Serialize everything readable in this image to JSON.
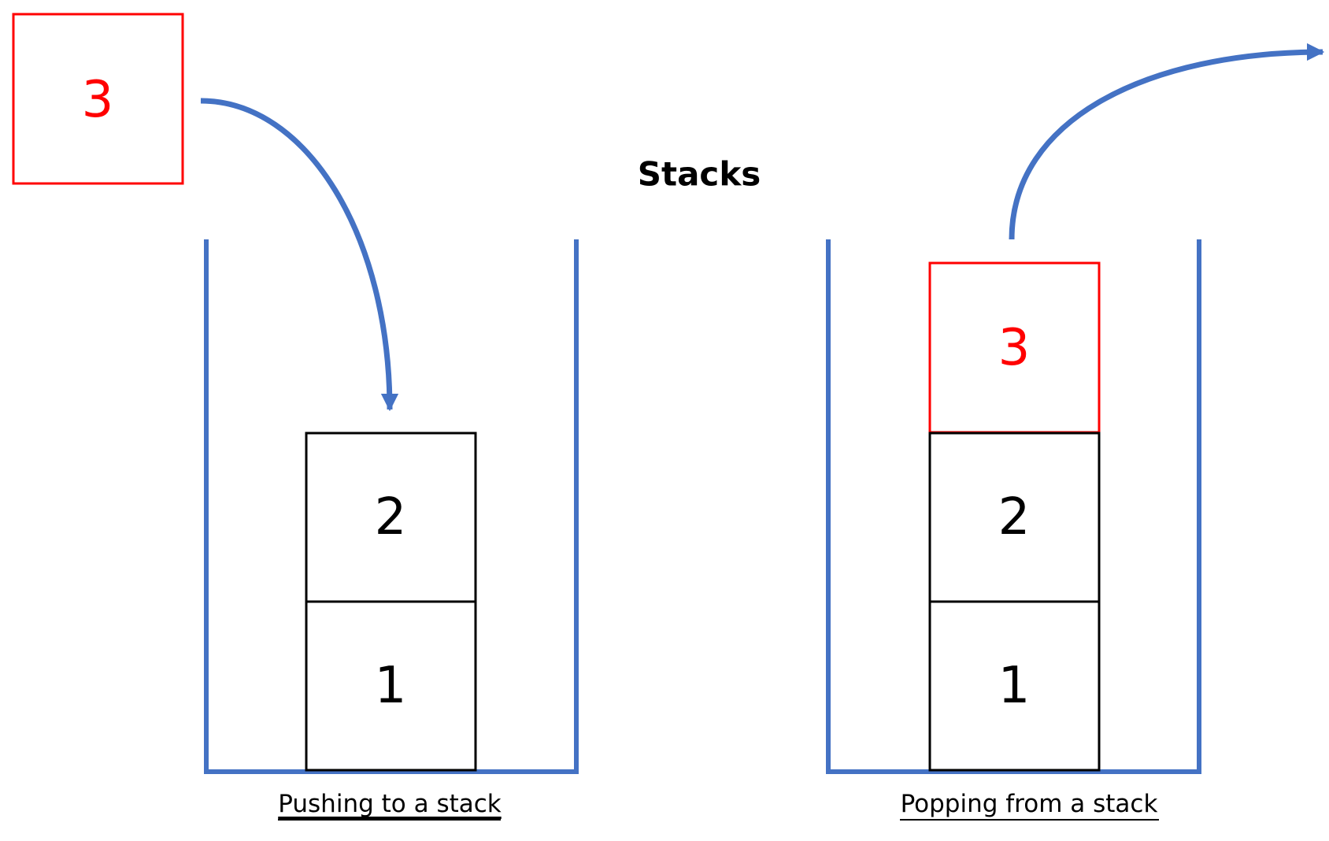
{
  "title": "Stacks",
  "colors": {
    "container": "#4472c4",
    "arrow": "#4472c4",
    "highlight": "#ff0000",
    "block": "#000000"
  },
  "push_panel": {
    "caption": "Pushing to a stack",
    "incoming_item": "3",
    "stack_items_top_to_bottom": [
      "2",
      "1"
    ]
  },
  "pop_panel": {
    "caption": "Popping from a stack",
    "top_item": "3",
    "stack_items_top_to_bottom": [
      "2",
      "1"
    ]
  }
}
